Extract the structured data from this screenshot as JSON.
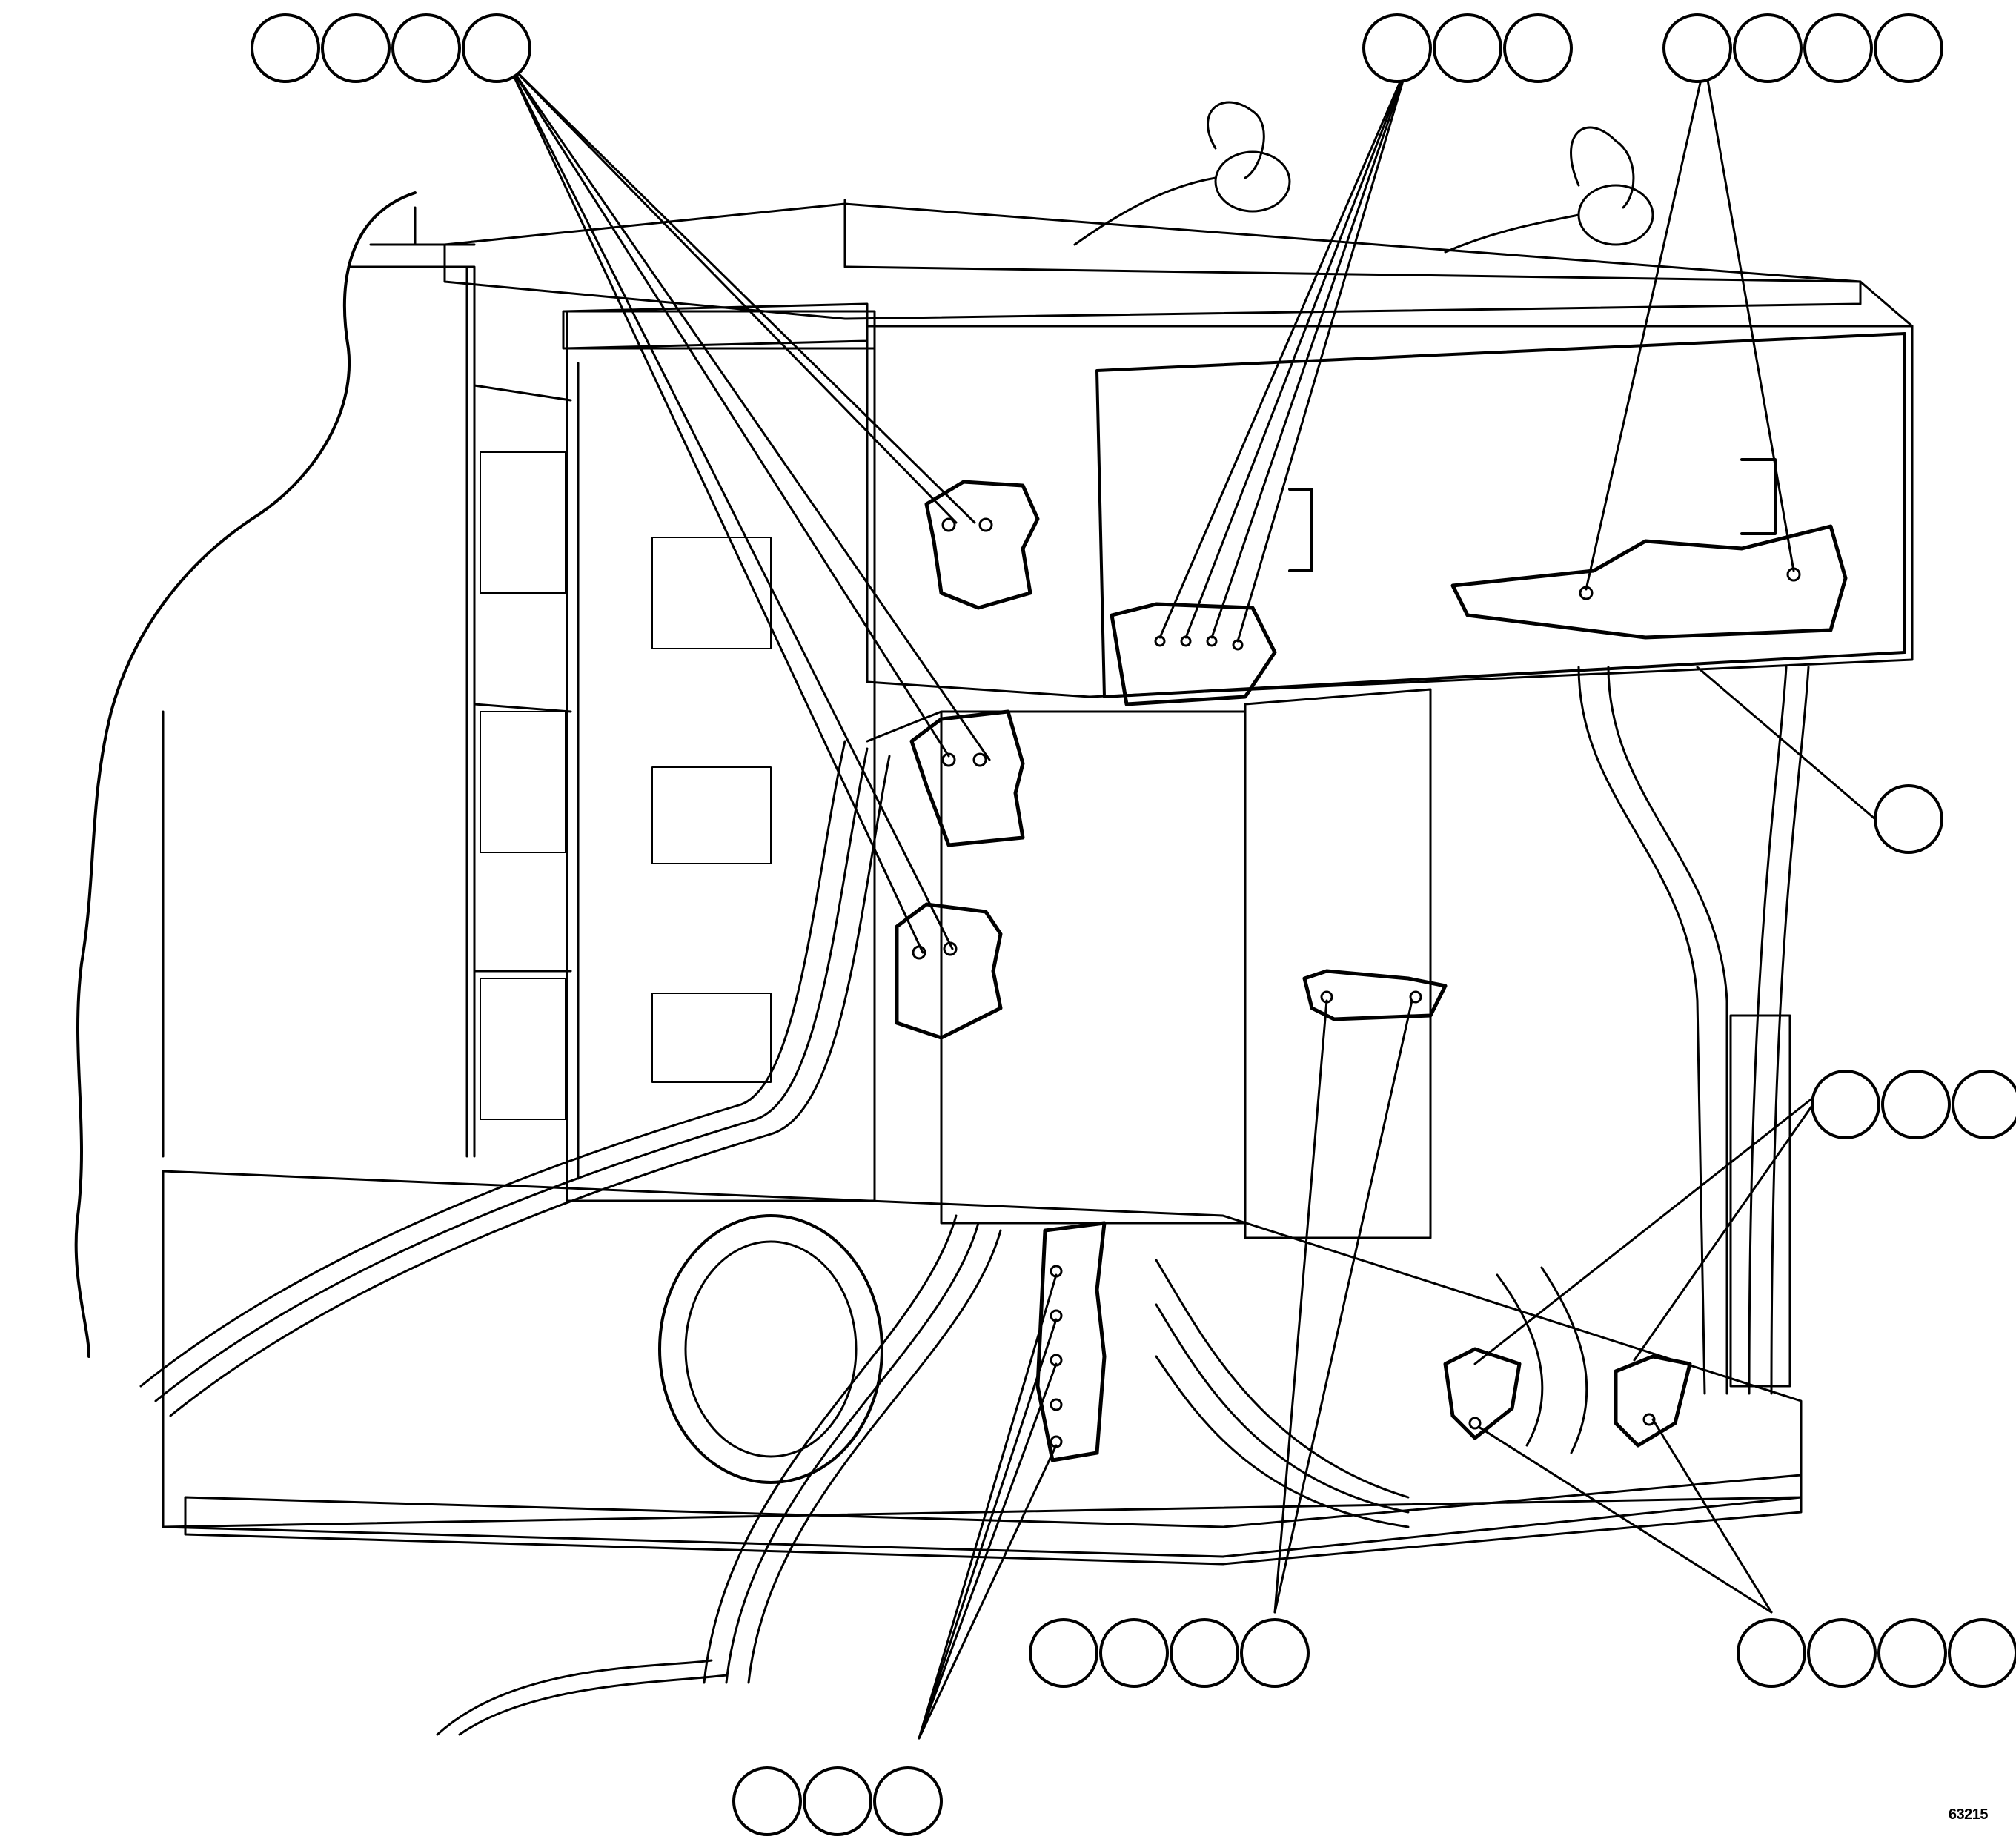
{
  "figure": {
    "number": "63215",
    "line_color": "#000000",
    "fill_color": "#ffffff",
    "callout_groups": [
      {
        "id": "upper-left",
        "balloons": 4,
        "leader_lines": 6
      },
      {
        "id": "upper-center",
        "balloons": 3,
        "leader_lines": 4
      },
      {
        "id": "upper-right",
        "balloons": 4,
        "leader_lines": 2
      },
      {
        "id": "right-middle",
        "balloons": 1,
        "leader_lines": 1
      },
      {
        "id": "right-lower",
        "balloons": 3,
        "leader_lines": 2
      },
      {
        "id": "bottom-center-right",
        "balloons": 4,
        "leader_lines": 2
      },
      {
        "id": "bottom-right",
        "balloons": 4,
        "leader_lines": 2
      },
      {
        "id": "bottom-center",
        "balloons": 3,
        "leader_lines": 4
      }
    ]
  }
}
